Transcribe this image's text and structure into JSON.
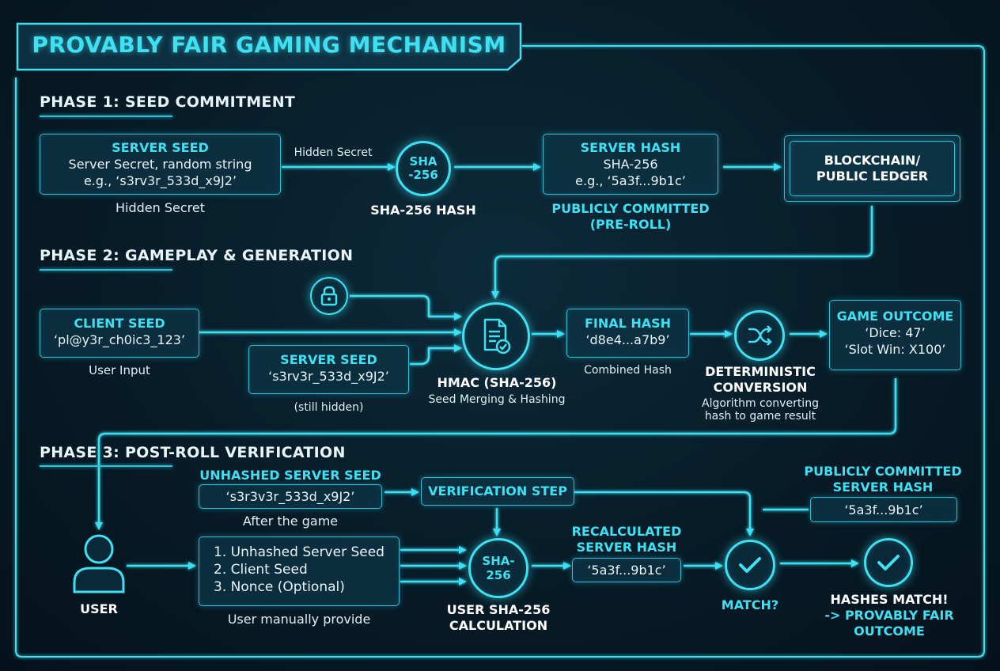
{
  "title": "PROVABLY FAIR GAMING MECHANISM",
  "phase1": {
    "heading": "PHASE 1: SEED COMMITMENT",
    "server_seed": {
      "title": "SERVER SEED",
      "line1": "Server Secret, random string",
      "line2": "e.g., ‘s3rv3r_533d_x9J2’",
      "caption": "Hidden Secret"
    },
    "arrow_label": "Hidden Secret",
    "sha_circle": "SHA -256",
    "sha_caption": "SHA-256 HASH",
    "server_hash": {
      "title": "SERVER HASH",
      "line1": "SHA-256",
      "line2": "e.g., ‘5a3f...9b1c’",
      "caption_line1": "PUBLICLY COMMITTED",
      "caption_line2": "(PRE-ROLL)"
    },
    "ledger": {
      "line1": "BLOCKCHAIN/",
      "line2": "PUBLIC LEDGER"
    }
  },
  "phase2": {
    "heading": "PHASE 2: GAMEPLAY & GENERATION",
    "client_seed": {
      "title": "CLIENT SEED",
      "value": "‘pl@y3r_ch0ic3_123’",
      "caption": "User Input"
    },
    "server_seed": {
      "title": "SERVER SEED",
      "value": "‘s3rv3r_533d_x9J2’",
      "caption": "(still hidden)"
    },
    "hmac": {
      "title": "HMAC (SHA-256)",
      "caption": "Seed Merging & Hashing"
    },
    "final_hash": {
      "title": "FINAL HASH",
      "value": "‘d8e4...a7b9’",
      "caption": "Combined Hash"
    },
    "conversion": {
      "title_line1": "DETERMINISTIC",
      "title_line2": "CONVERSION",
      "caption_line1": "Algorithm converting",
      "caption_line2": "hash to game result"
    },
    "outcome": {
      "title": "GAME OUTCOME",
      "line1": "‘Dice: 47’",
      "line2": "‘Slot Win: X100’"
    }
  },
  "phase3": {
    "heading": "PHASE 3: POST-ROLL VERIFICATION",
    "unhashed": {
      "title": "UNHASHED SERVER SEED",
      "value": "‘s3r3v3r_533d_x9J2’",
      "caption": "After the game"
    },
    "verification_step": "VERIFICATION STEP",
    "public_hash": {
      "title_line1": "PUBLICLY COMMITTED",
      "title_line2": "SERVER HASH",
      "value": "‘5a3f...9b1c’"
    },
    "user_label": "USER",
    "inputs": {
      "items": [
        "1. Unhashed Server Seed",
        "2. Client Seed",
        "3. Nonce (Optional)"
      ],
      "caption": "User manually provide"
    },
    "sha_circle": "SHA- 256",
    "sha_caption_line1": "USER SHA-256",
    "sha_caption_line2": "CALCULATION",
    "recalc": {
      "title_line1": "RECALCULATED",
      "title_line2": "SERVER HASH",
      "value": "‘5a3f...9b1c’"
    },
    "match_caption": "MATCH?",
    "result": {
      "line1": "HASHES MATCH!",
      "line2": "-> PROVABLY FAIR",
      "line3": "OUTCOME"
    }
  },
  "colors": {
    "accent": "#3ee0f2",
    "line": "#2fbfd6",
    "background": "#071a26"
  },
  "icons": [
    "lock-icon",
    "document-check-icon",
    "shuffle-icon",
    "user-icon",
    "check-icon"
  ]
}
